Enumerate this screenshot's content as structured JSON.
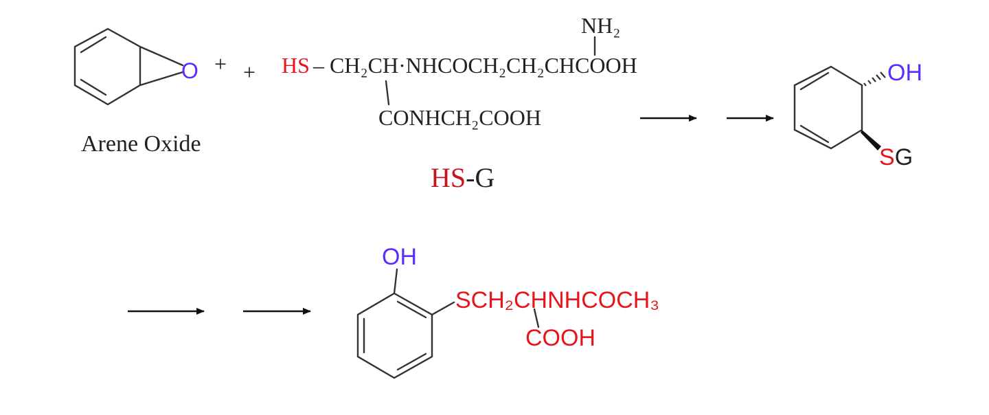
{
  "colors": {
    "oxygen": "#5b2bff",
    "sulfur": "#e8141c",
    "glutathione_red": "#c41420",
    "black": "#222222"
  },
  "reactants": {
    "arene_oxide": {
      "label": "Arene Oxide",
      "oxygen_atom": "O"
    },
    "plus_1": "+",
    "plus_2": "+",
    "glutathione": {
      "hs": "HS",
      "dash": "–",
      "chain_main": "CH₂CH·NHCOCH₂CH₂CHCOOH",
      "nh2": "NH₂",
      "side": "CONHCH₂COOH",
      "short_hs": "HS",
      "short_g": "-G"
    }
  },
  "intermediate": {
    "oh": "OH",
    "s": "S",
    "g": "G"
  },
  "product": {
    "oh": "OH",
    "chain": "SCH₂CHNHCOCH₃",
    "cooh": "COOH"
  },
  "arrows": [
    "arrow-1",
    "arrow-2",
    "arrow-3",
    "arrow-4"
  ]
}
